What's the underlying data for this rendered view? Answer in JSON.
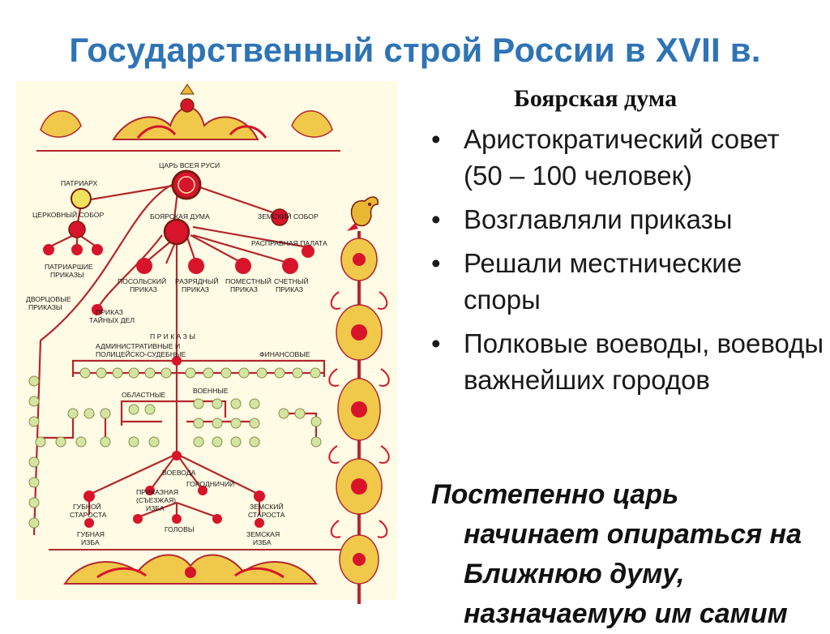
{
  "slide": {
    "title": "Государственный строй России в XVII в.",
    "subtitle": "Боярская дума",
    "bullet_char": "•",
    "points": [
      "Аристократический совет (50 – 100 человек)",
      "Возглавляли приказы",
      "Решали местнические споры",
      "Полковые воеводы, воеводы важнейших городов"
    ],
    "conclusion_line1": "Постепенно царь",
    "conclusion_rest": "начинает опираться на Ближнюю думу, назначаемую им самим"
  },
  "diagram": {
    "labels": {
      "tsar": "ЦАРЬ ВСЕЯ РУСИ",
      "patriarch": "ПАТРИАРХ",
      "church_council": "ЦЕРКОВНЫЙ СОБОР",
      "boyar_duma": "БОЯРСКАЯ ДУМА",
      "zemsky_sobor": "ЗЕМСКИЙ СОБОР",
      "rasprava": "РАСПРАВНАЯ ПАЛАТА",
      "patriarch_prikazy_1": "ПАТРИАРШИЕ",
      "patriarch_prikazy_2": "ПРИКАЗЫ",
      "palace_prikazy_1": "ДВОРЦОВЫЕ",
      "palace_prikazy_2": "ПРИКАЗЫ",
      "posolsky_1": "ПОСОЛЬСКИЙ",
      "posolsky_2": "ПРИКАЗ",
      "razryadny_1": "РАЗРЯДНЫЙ",
      "razryadny_2": "ПРИКАЗ",
      "pomestny_1": "ПОМЕСТНЫЙ",
      "pomestny_2": "ПРИКАЗ",
      "schetny_1": "СЧЕТНЫЙ",
      "schetny_2": "ПРИКАЗ",
      "tayny_1": "ПРИКАЗ",
      "tayny_2": "ТАЙНЫХ ДЕЛ",
      "prikazy": "П Р И К А З Ы",
      "admin_1": "АДМИНИСТРАТИВНЫЕ И",
      "admin_2": "ПОЛИЦЕЙСКО-СУДЕБНЫЕ",
      "financial": "ФИНАНСОВЫЕ",
      "regional": "ОБЛАСТНЫЕ",
      "military": "ВОЕННЫЕ",
      "voevoda": "ВОЕВОДА",
      "prikaznaya_1": "ПРИКАЗНАЯ",
      "prikaznaya_2": "(СЪЕЗЖАЯ)",
      "prikaznaya_3": "ИЗБА",
      "gorodnichy": "ГОРОДНИЧИЙ",
      "gubnoy_starosta_1": "ГУБНОЙ",
      "gubnoy_starosta_2": "СТАРОСТА",
      "zemsky_starosta_1": "ЗЕМСКИЙ",
      "zemsky_starosta_2": "СТАРОСТА",
      "golovy": "ГОЛОВЫ",
      "gubnaya_izba_1": "ГУБНАЯ",
      "gubnaya_izba_2": "ИЗБА",
      "zemskaya_izba_1": "ЗЕМСКАЯ",
      "zemskaya_izba_2": "ИЗБА"
    },
    "colors": {
      "red_node": "#d8142b",
      "line": "#b3272e",
      "green_node": "#d2e6a2",
      "yellow_node": "#f1e25c",
      "paper": "#fffbe4",
      "gold": "#e8b733"
    }
  }
}
